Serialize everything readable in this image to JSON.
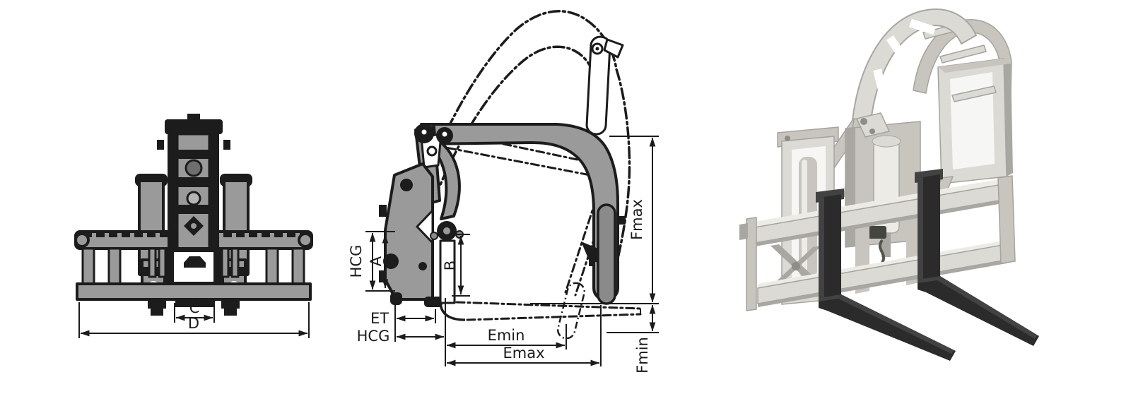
{
  "colors": {
    "page_bg": "#ffffff",
    "line": "#1c1c1c",
    "steel_gray": "#9a9a9a",
    "steel_dark": "#8a8a8a",
    "render_body": "#dcdad4",
    "render_mid": "#c7c5be",
    "render_dark": "#a9a7a1",
    "render_deep": "#8f8d87",
    "fork_black": "#2b2b2b",
    "fork_high": "#424242"
  },
  "front_view": {
    "dims": {
      "c": {
        "label": "C"
      },
      "d": {
        "label": "D"
      }
    }
  },
  "side_view": {
    "dims": {
      "hcg_v": {
        "label": "HCG"
      },
      "a": {
        "label": "A"
      },
      "b": {
        "label": "B"
      },
      "et": {
        "label": "ET"
      },
      "hcg_h": {
        "label": "HCG"
      },
      "emin": {
        "label": "Emin"
      },
      "emax": {
        "label": "Emax"
      },
      "fmax": {
        "label": "Fmax"
      },
      "fmin": {
        "label": "Fmin"
      }
    }
  }
}
